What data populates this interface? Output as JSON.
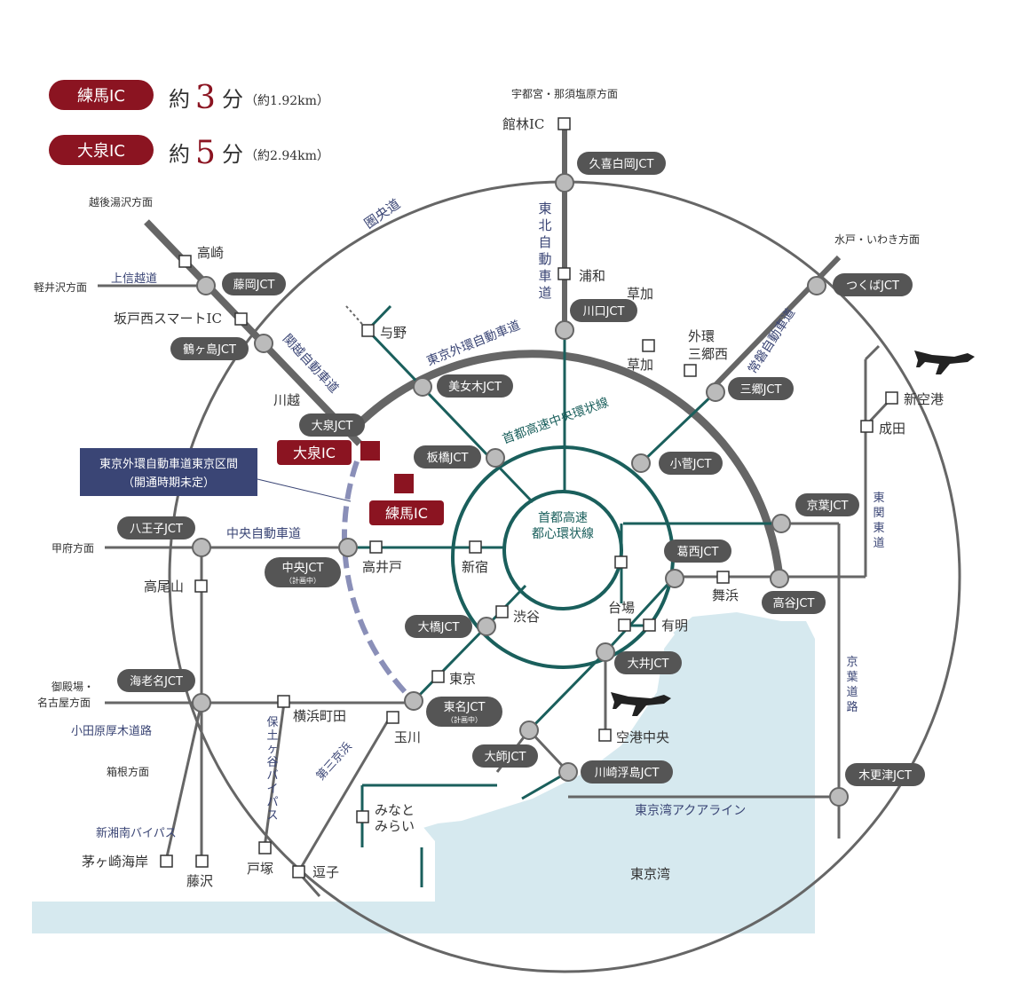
{
  "colors": {
    "expressway": "#666666",
    "shuto": "#1a5f5c",
    "local": "#3a4575",
    "accent": "#8b1421",
    "sea": "#d6e9ef",
    "node": "#bbbbbb"
  },
  "header": {
    "rows": [
      {
        "badge": "練馬IC",
        "prefix": "約",
        "num": "3",
        "unit": "分",
        "dist": "（約1.92km）"
      },
      {
        "badge": "大泉IC",
        "prefix": "約",
        "num": "5",
        "unit": "分",
        "dist": "（約2.94km）"
      }
    ]
  },
  "highlight": {
    "oizumi_ic": "大泉IC",
    "nerima_ic": "練馬IC"
  },
  "callout": {
    "line1": "東京外環自動車道東京区間",
    "line2": "（開通時期未定）"
  },
  "roads": {
    "ken_o": "圏央道",
    "gaikan": "東京外環自動車道",
    "shuto_chuo": "首都高速中央環状線",
    "toshin_1": "首都高速",
    "toshin_2": "都心環状線",
    "tohoku": [
      "東",
      "北",
      "自",
      "動",
      "車",
      "道"
    ],
    "kanetsu": "関越自動車道",
    "joban": "常磐自動車道",
    "chuo_exp": "中央自動車道",
    "joshinetsu": "上信越道",
    "higashi_kanto": [
      "東",
      "関",
      "東",
      "道"
    ],
    "keiyo": [
      "京",
      "葉",
      "道",
      "路"
    ],
    "hodogaya": [
      "保",
      "土",
      "ヶ",
      "谷",
      "バ",
      "イ",
      "パ",
      "ス"
    ],
    "daisan_keihin": "第三京浜",
    "odawara": "小田原厚木道路",
    "shinshonan": "新湘南バイパス",
    "aqualine": "東京湾アクアライン",
    "bay": "東京湾"
  },
  "directions": {
    "utsunomiya": "宇都宮・那須塩原方面",
    "echigo": "越後湯沢方面",
    "karuizawa": "軽井沢方面",
    "mito": "水戸・いわき方面",
    "kofu": "甲府方面",
    "gotemba1": "御殿場・",
    "gotemba2": "名古屋方面",
    "hakone": "箱根方面"
  },
  "jct": {
    "kuki": "久喜白岡JCT",
    "fujioka": "藤岡JCT",
    "tsurugashima": "鶴ヶ島JCT",
    "oizumi": "大泉JCT",
    "bijogi": "美女木JCT",
    "kawaguchi": "川口JCT",
    "tsukuba": "つくばJCT",
    "misato": "三郷JCT",
    "itabashi": "板橋JCT",
    "kosuge": "小菅JCT",
    "keiyo": "京葉JCT",
    "kasai": "葛西JCT",
    "koya": "高谷JCT",
    "hachioji": "八王子JCT",
    "chuo": "中央JCT",
    "chuo_sub": "（計画中）",
    "ohashi": "大橋JCT",
    "ebina": "海老名JCT",
    "tomei": "東名JCT",
    "tomei_sub": "（計画中）",
    "oi": "大井JCT",
    "daishi": "大師JCT",
    "kawasaki": "川崎浮島JCT",
    "kisarazu": "木更津JCT"
  },
  "places": {
    "tatebayashi": "館林IC",
    "takasaki": "高崎",
    "sakado": "坂戸西スマートIC",
    "kawagoe": "川越",
    "urawa": "浦和",
    "yono": "与野",
    "soka1": "草加",
    "soka2": "草加",
    "gaikan_misato1": "外環",
    "gaikan_misato2": "三郷西",
    "shinkuko": "新空港",
    "narita": "成田",
    "takaido": "高井戸",
    "shinjuku": "新宿",
    "shibuya": "渋谷",
    "takaosan": "高尾山",
    "tokyo": "東京",
    "daiba": "台場",
    "ariake": "有明",
    "maihama": "舞浜",
    "yokohama_machida": "横浜町田",
    "tamagawa": "玉川",
    "kuko_chuo": "空港中央",
    "minato1": "みなと",
    "minato2": "みらい",
    "chigasaki": "茅ヶ崎海岸",
    "fujisawa": "藤沢",
    "totsuka": "戸塚",
    "zushi": "逗子"
  }
}
